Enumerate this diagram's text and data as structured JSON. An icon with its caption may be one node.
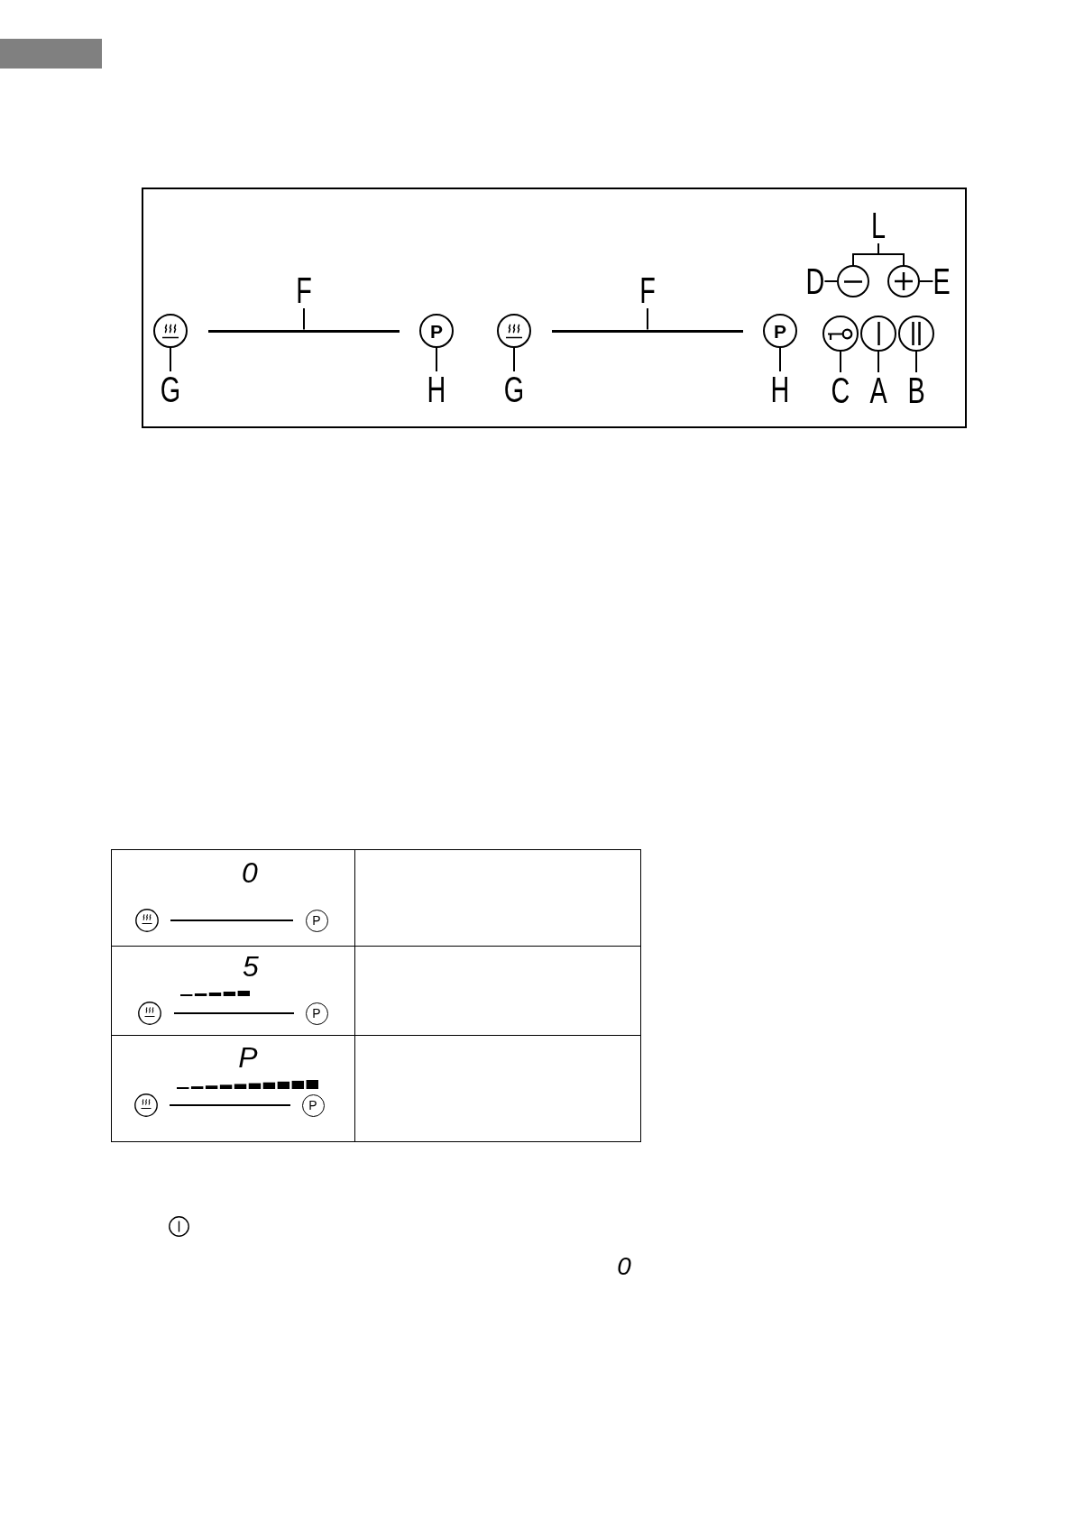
{
  "diagram": {
    "nodes": [
      {
        "text": [],
        "shape": "box"
      },
      {
        "text": [
          "L"
        ],
        "in": 0
      },
      {
        "text": [
          "D"
        ],
        "in": 0
      },
      {
        "text": [],
        "shape": "circle",
        "in": 0
      },
      {
        "text": [],
        "shape": "circle",
        "in": 0
      },
      {
        "text": [
          "E"
        ],
        "in": 0
      },
      {
        "text": [
          "F"
        ],
        "in": 0
      },
      {
        "text": [
          "F"
        ],
        "in": 0
      },
      {
        "text": [],
        "shape": "circle",
        "in": 0
      },
      {
        "text": [],
        "shape": "bar",
        "in": 0
      },
      {
        "text": [
          "P"
        ],
        "in": 0
      },
      {
        "text": [],
        "shape": "circle",
        "in": 0
      },
      {
        "text": [],
        "shape": "bar",
        "in": 0
      },
      {
        "text": [
          "P"
        ],
        "in": 0
      },
      {
        "text": [],
        "shape": "circle",
        "in": 0
      },
      {
        "text": [],
        "shape": "circle",
        "in": 0
      },
      {
        "text": [],
        "shape": "circle",
        "in": 0
      },
      {
        "text": [
          "G"
        ],
        "in": 0
      },
      {
        "text": [
          "H"
        ],
        "in": 0
      },
      {
        "text": [
          "G"
        ],
        "in": 0
      },
      {
        "text": [
          "H"
        ],
        "in": 0
      },
      {
        "text": [
          "C"
        ],
        "in": 0
      },
      {
        "text": [
          "A"
        ],
        "in": 0
      },
      {
        "text": [
          "B"
        ],
        "in": 0
      }
    ],
    "edges": [
      {
        "from": 1,
        "to": 3,
        "arrow": "none"
      },
      {
        "from": 1,
        "to": 4,
        "arrow": "none"
      },
      {
        "from": 2,
        "to": 3,
        "arrow": "none"
      },
      {
        "from": 5,
        "to": 4,
        "arrow": "none"
      },
      {
        "from": 6,
        "to": 9,
        "arrow": "none"
      },
      {
        "from": 7,
        "to": 12,
        "arrow": "none"
      },
      {
        "from": 17,
        "to": 8,
        "arrow": "none"
      },
      {
        "from": 18,
        "to": 10,
        "arrow": "none"
      },
      {
        "from": 19,
        "to": 11,
        "arrow": "none"
      },
      {
        "from": 20,
        "to": 13,
        "arrow": "none"
      },
      {
        "from": 21,
        "to": 14,
        "arrow": "none"
      },
      {
        "from": 22,
        "to": 15,
        "arrow": "none"
      },
      {
        "from": 23,
        "to": 16,
        "arrow": "none"
      }
    ],
    "labels": [
      "0",
      "P",
      "5",
      "P",
      "P",
      "P",
      "0"
    ]
  }
}
